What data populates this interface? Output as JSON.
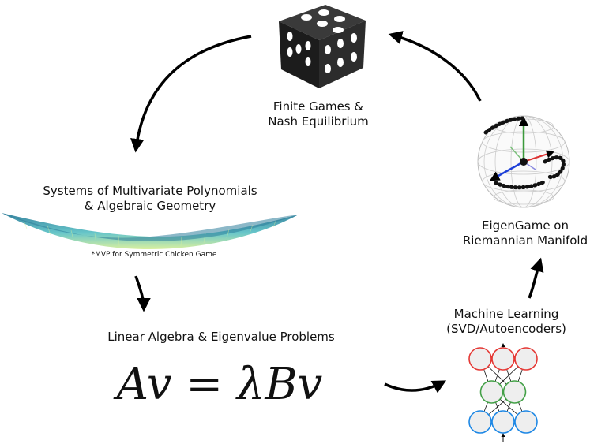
{
  "nodes": {
    "games": "Finite Games &\nNash Equilibrium",
    "polynomials": "Systems of Multivariate Polynomials\n& Algebraic Geometry",
    "mvp_note": "*MVP for Symmetric Chicken Game",
    "linear_algebra": "Linear Algebra & Eigenvalue Problems",
    "equation": "Av = λBv",
    "ml": "Machine Learning\n(SVD/Autoencoders)",
    "eigengame": "EigenGame on\nRiemannian Manifold"
  },
  "icons": {
    "dice": "dice-icon",
    "surface": "algebraic-surface-icon",
    "network": "autoencoder-network-icon",
    "sphere": "manifold-sphere-icon"
  },
  "network": {
    "layers": [
      3,
      2,
      3
    ],
    "colors": [
      "#e53935",
      "#43a047",
      "#1e88e5"
    ],
    "node_fill": "#eeeeee"
  },
  "colors": {
    "arrow": "#000000",
    "surface_top": "#2e7d9a",
    "surface_mid": "#5fc3c7",
    "surface_low": "#d7ef9b"
  }
}
